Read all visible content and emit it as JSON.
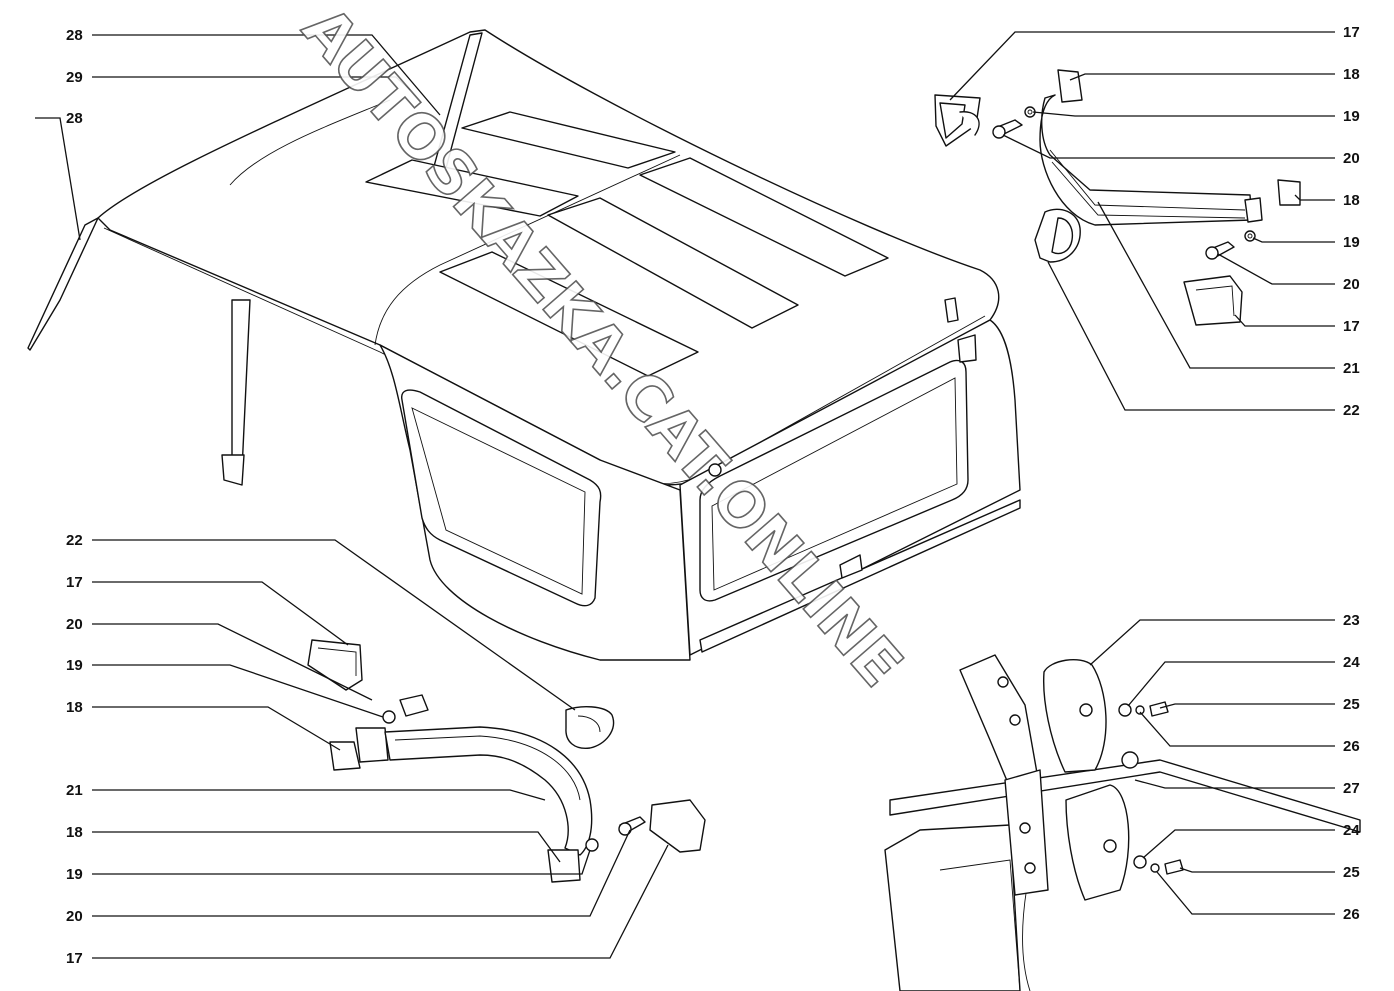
{
  "labels": {
    "l_28a": "28",
    "l_29": "29",
    "l_28b": "28",
    "r_17a": "17",
    "r_18a": "18",
    "r_19a": "19",
    "r_20a": "20",
    "r_18b": "18",
    "r_19b": "19",
    "r_20b": "20",
    "r_17b": "17",
    "r_21": "21",
    "r_22": "22",
    "bl_22": "22",
    "bl_17a": "17",
    "bl_20a": "20",
    "bl_19a": "19",
    "bl_18a": "18",
    "bl_21": "21",
    "bl_18b": "18",
    "bl_19b": "19",
    "bl_20b": "20",
    "bl_17b": "17",
    "br_23": "23",
    "br_24a": "24",
    "br_25a": "25",
    "br_26a": "26",
    "br_27": "27",
    "br_24b": "24",
    "br_25b": "25",
    "br_26b": "26"
  },
  "watermark": "AUTOSKAZKA.CAT.ONLINE"
}
